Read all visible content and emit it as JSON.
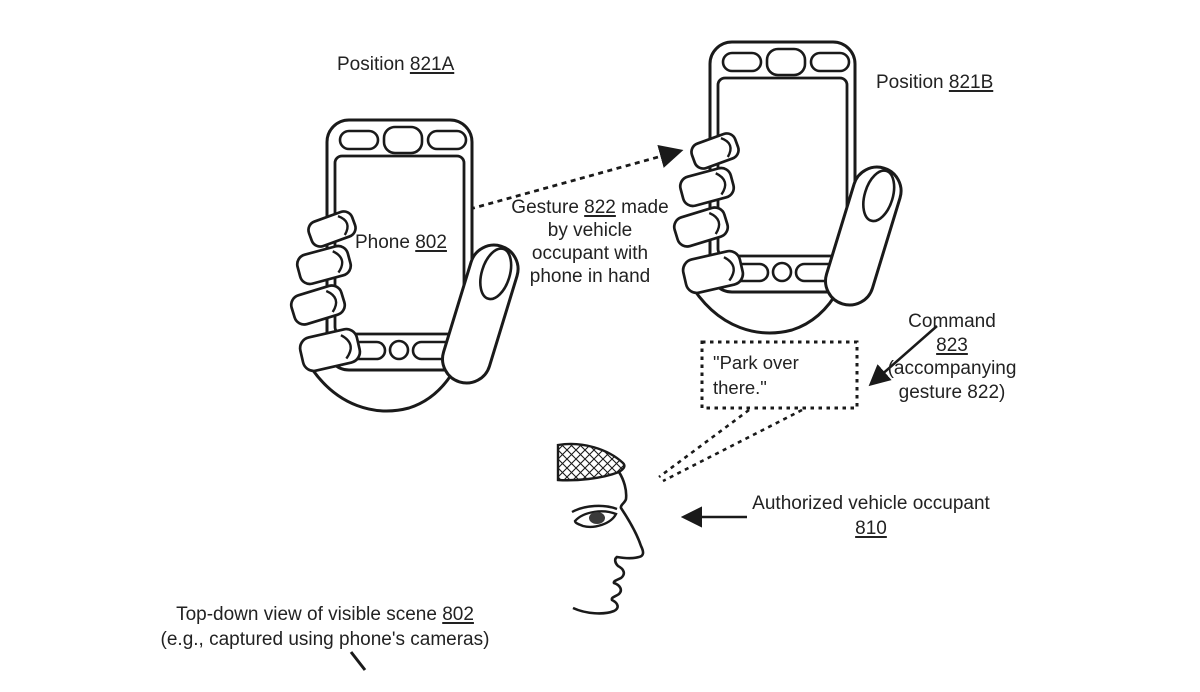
{
  "colors": {
    "ink": "#1a1a1a",
    "paper": "#ffffff"
  },
  "figure": {
    "kind": "patent-style line drawing of phone gesture command",
    "drawing_elements": {
      "phone_a": "smartphone-held-in-hand-drawing",
      "phone_b": "smartphone-held-in-hand-drawing",
      "occupant_head": "person-profile-speaking-drawing",
      "motion_arrow": "dashed-arrow-between-phone-positions",
      "command_arrow": "solid-arrow-to-speech-bubble",
      "occupant_arrow": "solid-arrow-to-face",
      "speech_bubble": "dotted-rectangle-speech-bubble"
    }
  },
  "labels": {
    "position_a": {
      "prefix": "Position ",
      "ref": "821A"
    },
    "position_b": {
      "prefix": "Position ",
      "ref": "821B"
    },
    "phone": {
      "prefix": "Phone ",
      "ref": "802"
    },
    "gesture": {
      "line1_prefix": "Gesture ",
      "line1_ref": "822",
      "line1_suffix": " made",
      "line2": "by vehicle",
      "line3": "occupant with",
      "line4": "phone in hand"
    },
    "command": {
      "line1": "Command",
      "ref": "823",
      "line3": "(accompanying",
      "line4": "gesture 822)"
    },
    "speech": {
      "line1": "\"Park over",
      "line2": "there.\""
    },
    "occupant": {
      "line1": "Authorized vehicle occupant",
      "ref": "810"
    },
    "scene": {
      "line1_prefix": "Top-down view of visible scene ",
      "line1_ref": "802",
      "line2": "(e.g., captured using phone's cameras)"
    }
  }
}
